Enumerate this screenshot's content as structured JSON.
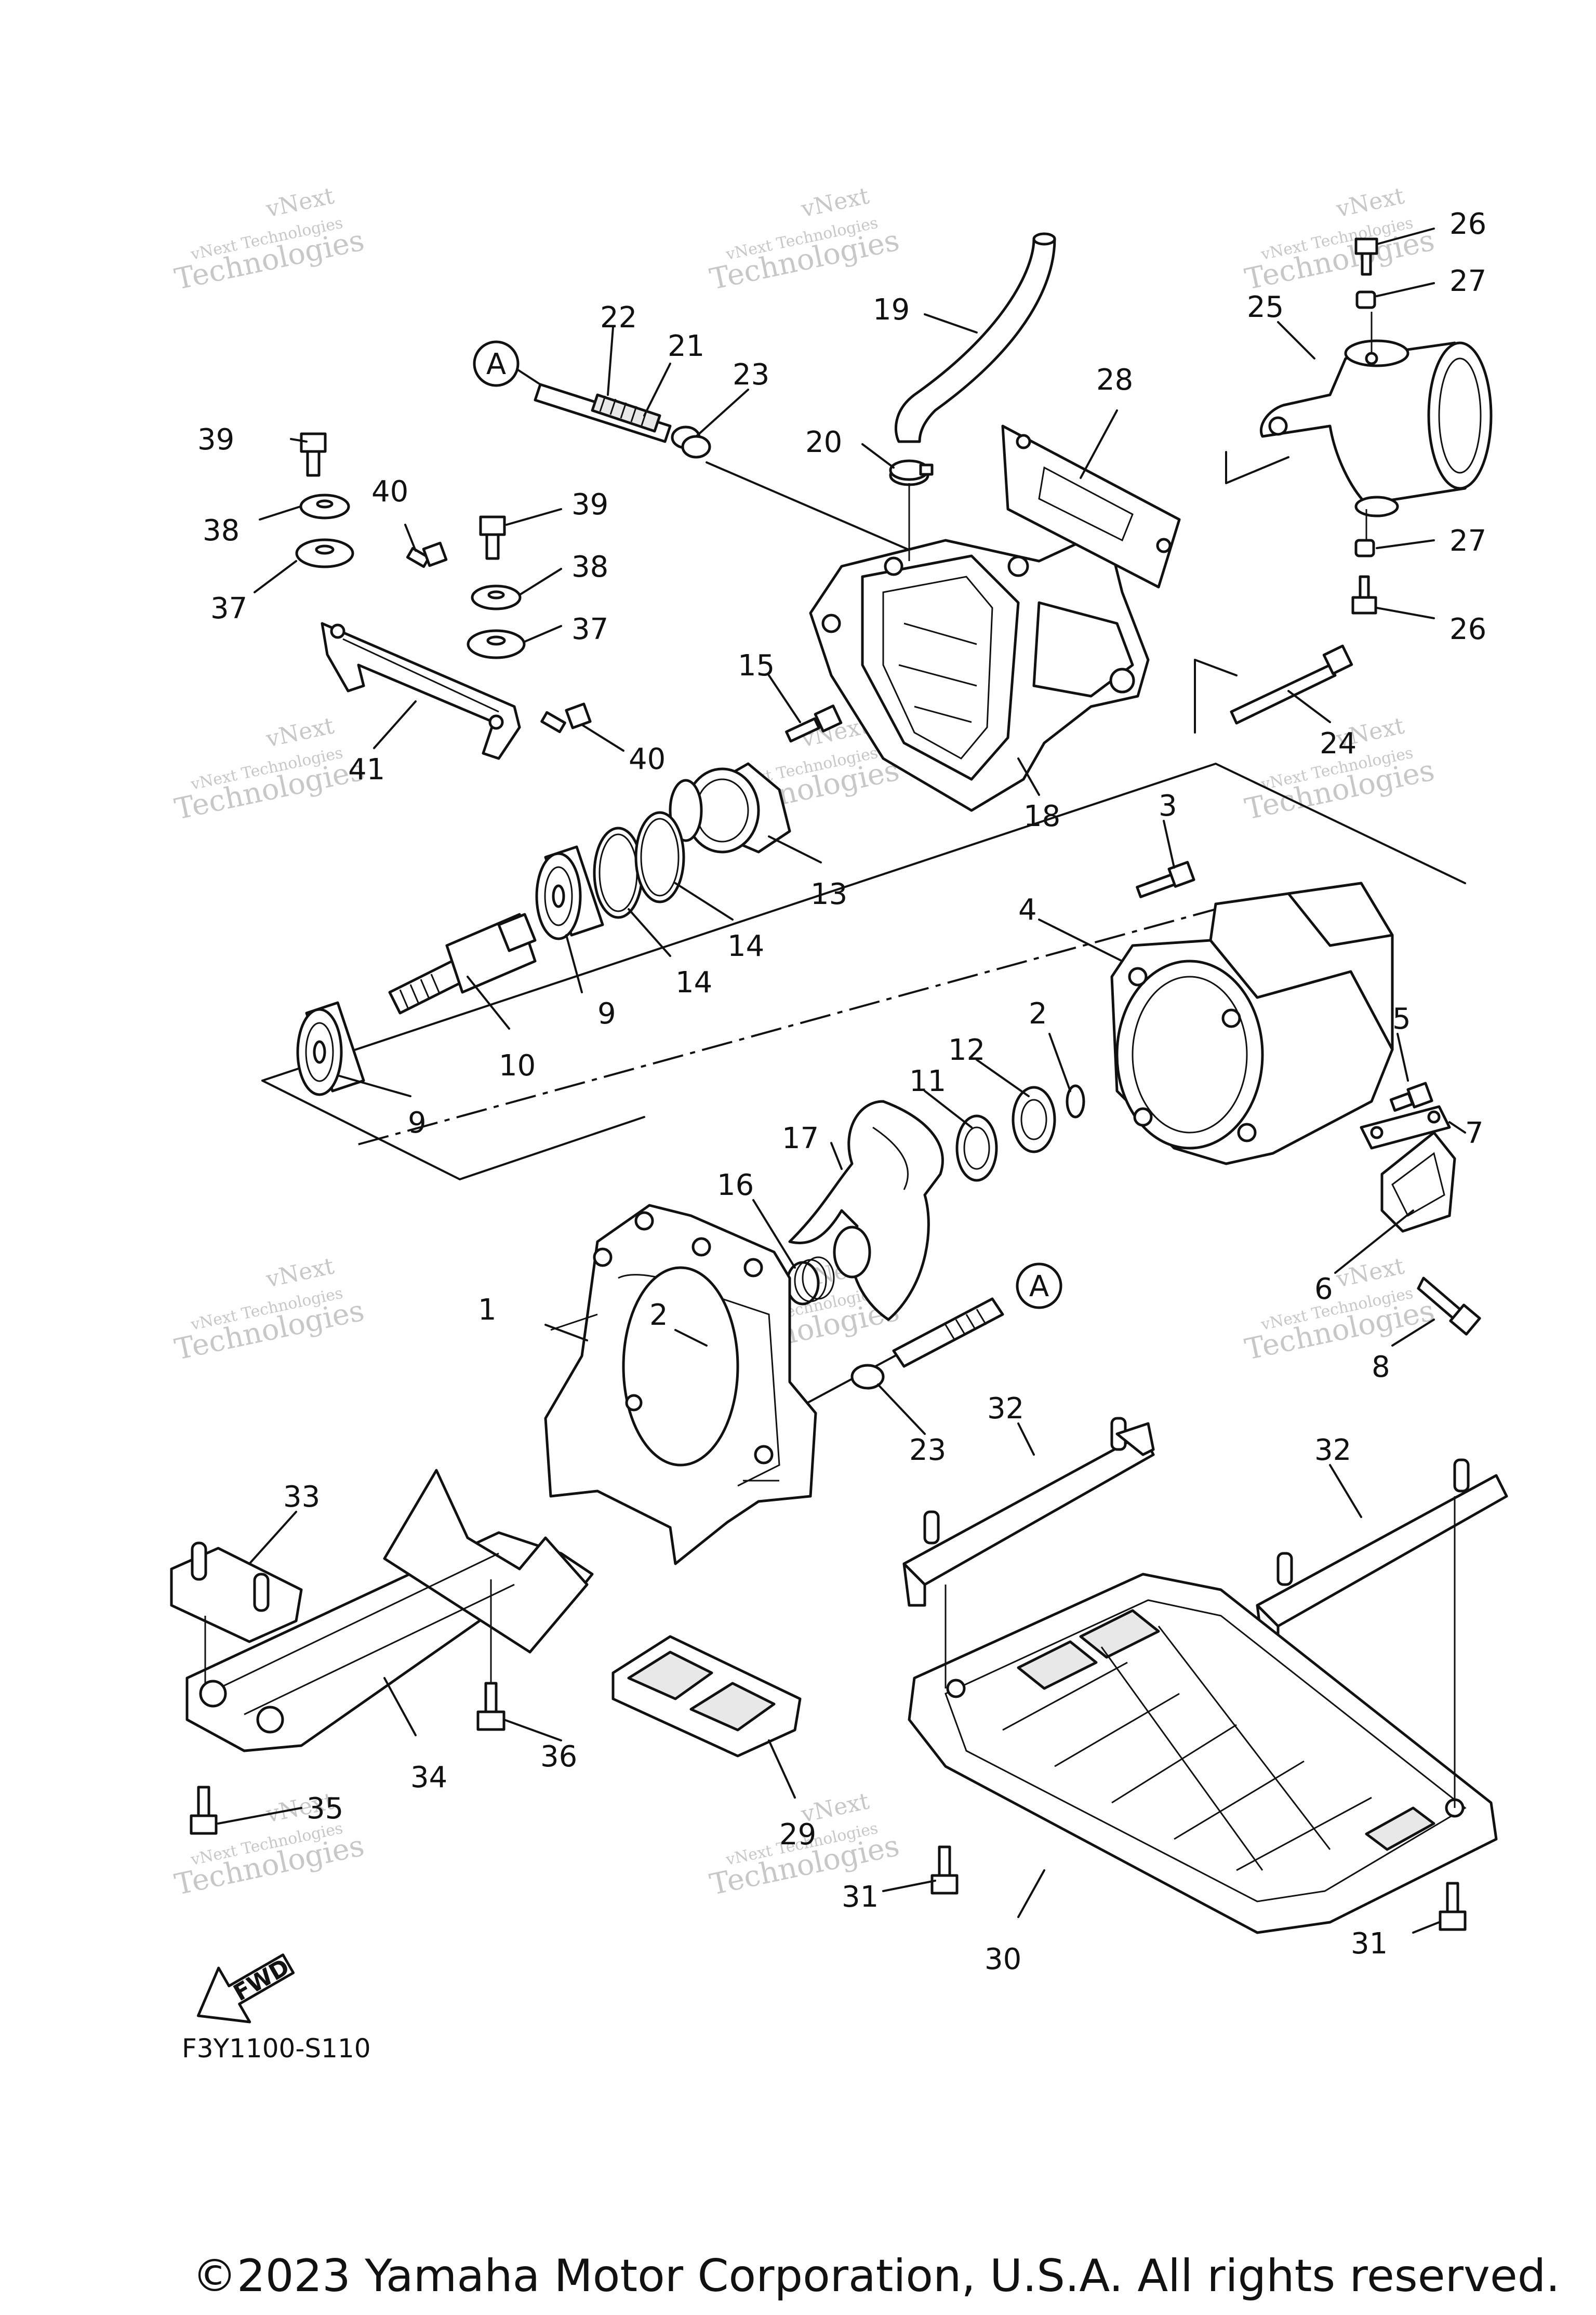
{
  "diagram": {
    "part_callouts": [
      "1",
      "2",
      "3",
      "4",
      "5",
      "6",
      "7",
      "8",
      "9",
      "10",
      "11",
      "12",
      "13",
      "14",
      "15",
      "16",
      "17",
      "18",
      "19",
      "20",
      "21",
      "22",
      "23",
      "24",
      "25",
      "26",
      "27",
      "28",
      "29",
      "30",
      "31",
      "32",
      "33",
      "34",
      "35",
      "36",
      "37",
      "38",
      "39",
      "40",
      "41"
    ],
    "reference_marker": "A",
    "fwd_label": "FWD",
    "diagram_code": "F3Y1100-S110",
    "watermark_line1": "vNext",
    "watermark_line2": "vNext Technologies",
    "watermark_line3": "Technologies"
  },
  "footer": {
    "copyright": "©2023 Yamaha Motor Corporation, U.S.A. All rights reserved."
  }
}
